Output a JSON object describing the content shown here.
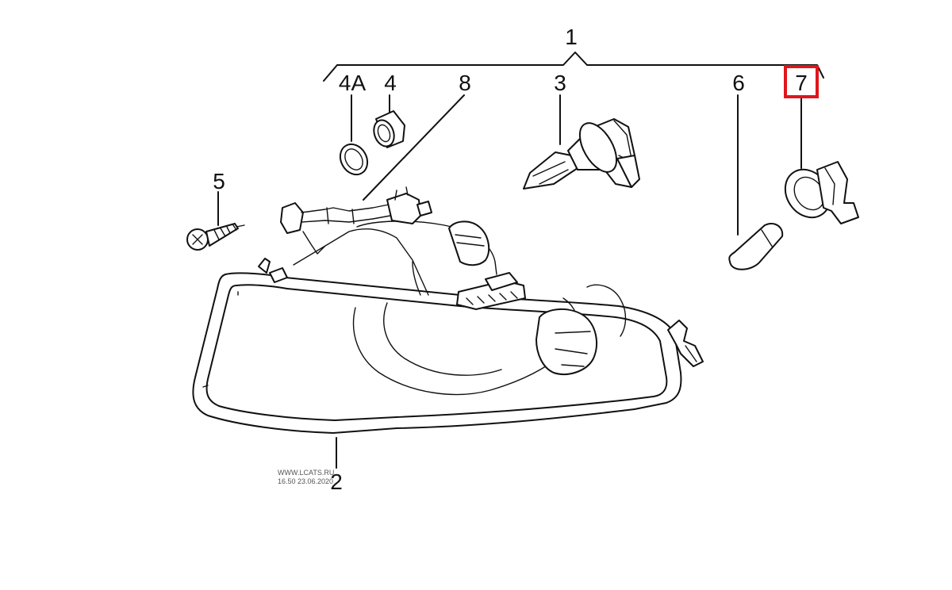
{
  "diagram": {
    "labels": {
      "l1": "1",
      "l2": "2",
      "l3": "3",
      "l4": "4",
      "l4a": "4A",
      "l5": "5",
      "l6": "6",
      "l7": "7",
      "l8": "8"
    },
    "highlighted_label": "7",
    "highlight_color": "#e0161b",
    "watermark": {
      "line1": "WWW.LCATS.RU",
      "line2": "16.50 23.06.2020"
    }
  }
}
